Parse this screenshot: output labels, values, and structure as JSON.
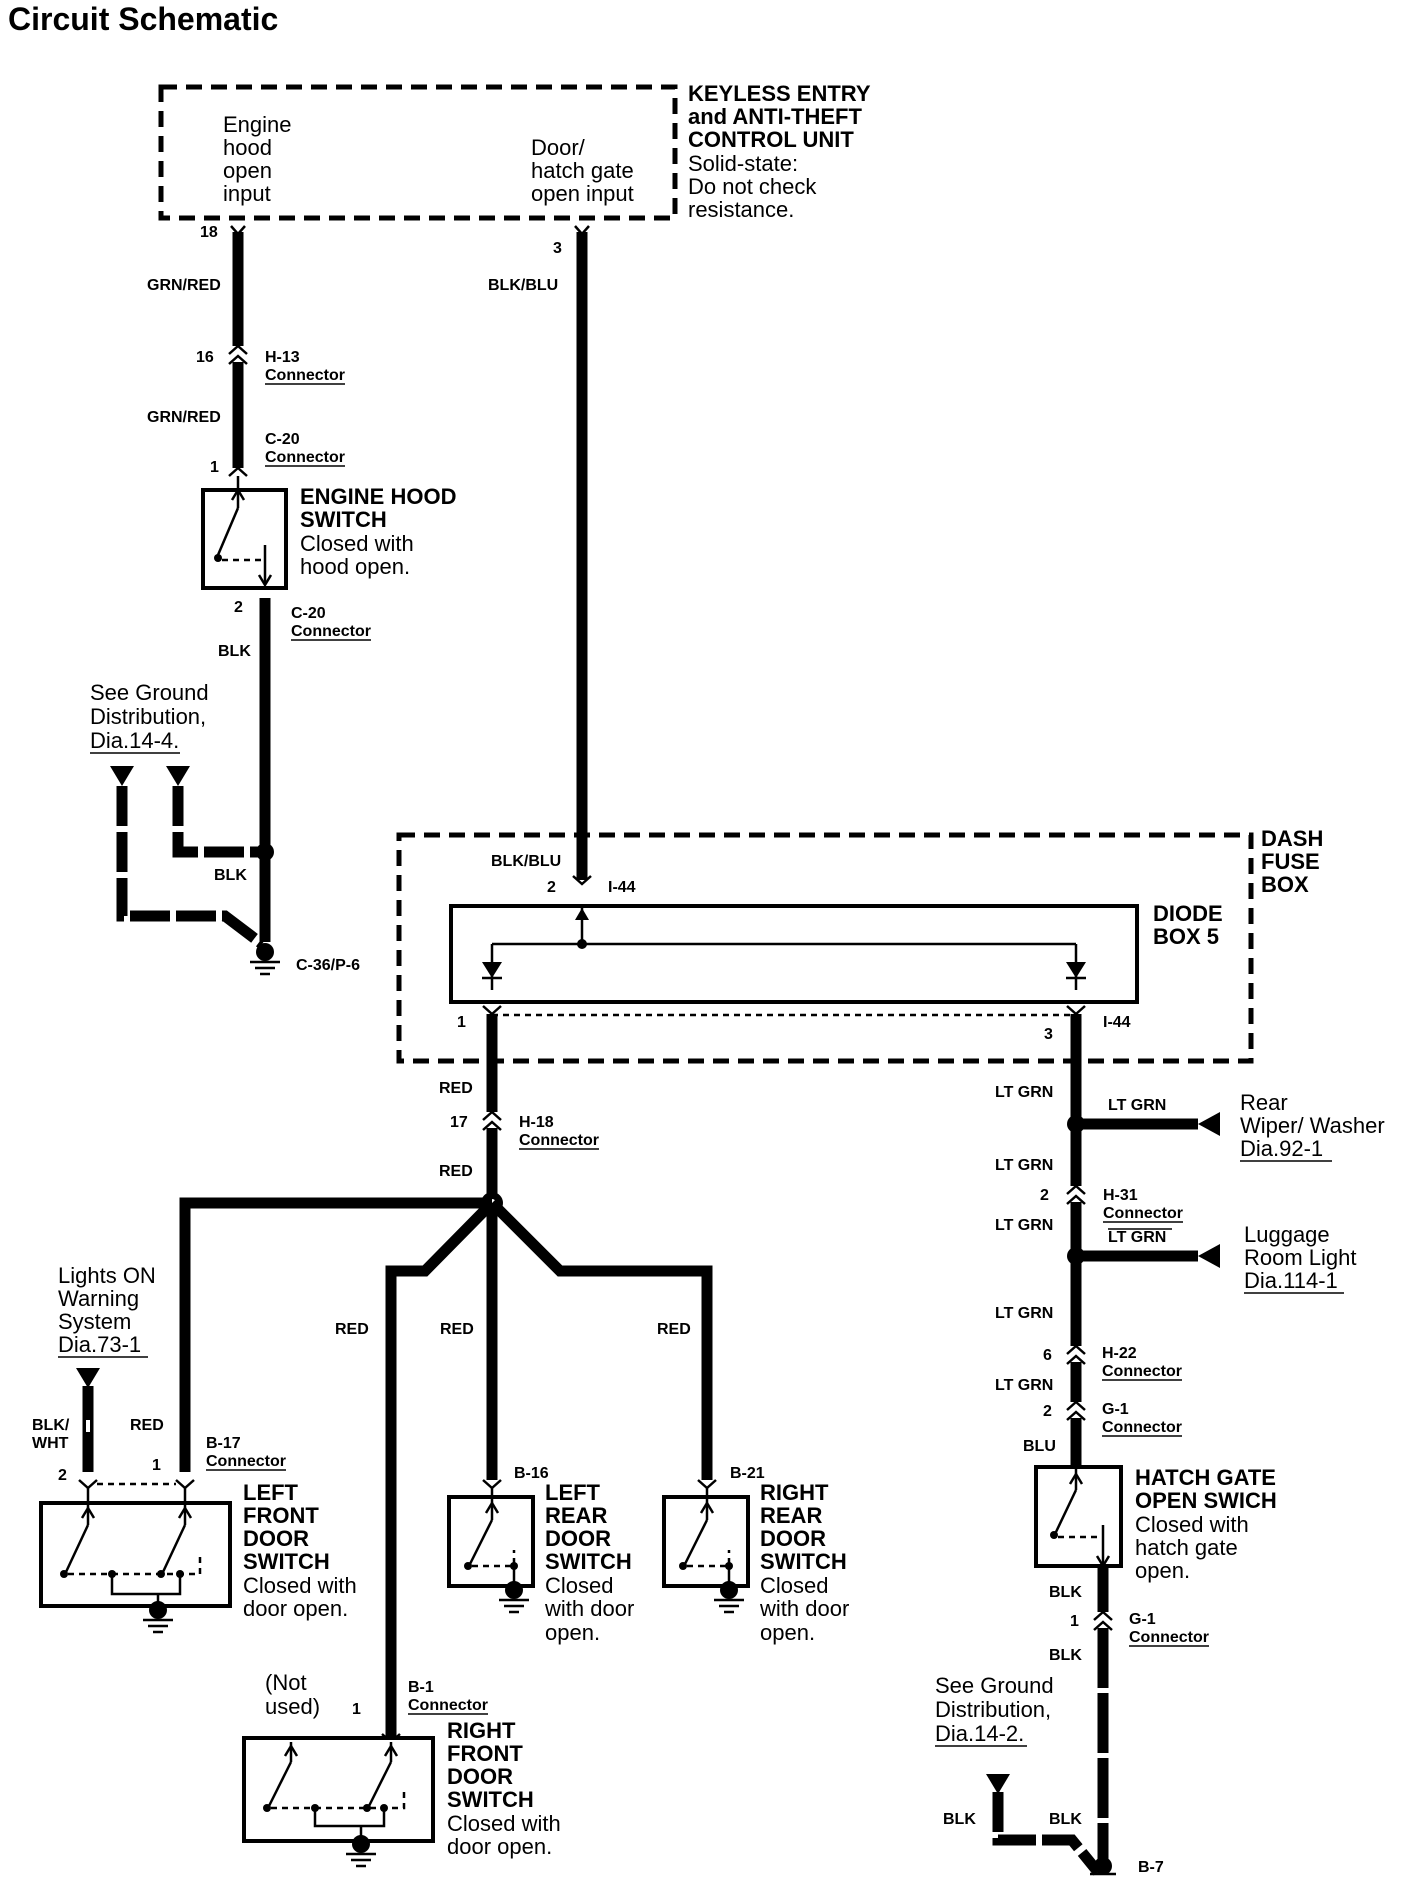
{
  "title": "Circuit Schematic",
  "control_unit": {
    "name": [
      "KEYLESS ENTRY",
      "and ANTI-THEFT",
      "CONTROL UNIT"
    ],
    "note": [
      "Solid-state:",
      "Do not check",
      "resistance."
    ],
    "input_hood": [
      "Engine",
      "hood",
      "open",
      "input"
    ],
    "input_door": [
      "Door/",
      "hatch gate",
      "open input"
    ],
    "pin_hood": "18",
    "pin_door": "3"
  },
  "wires": {
    "grn_red": "GRN/RED",
    "blk_blu": "BLK/BLU",
    "blk": "BLK",
    "red": "RED",
    "lt_grn": "LT GRN",
    "blu": "BLU",
    "blk_wht": [
      "BLK/",
      "WHT"
    ]
  },
  "connectors": {
    "h13": {
      "id": "H-13",
      "label": "Connector",
      "pin": "16"
    },
    "c20_top": {
      "id": "C-20",
      "label": "Connector",
      "pin": "1"
    },
    "c20_bot": {
      "id": "C-20",
      "label": "Connector",
      "pin": "2"
    },
    "h18": {
      "id": "H-18",
      "label": "Connector",
      "pin": "17"
    },
    "h31": {
      "id": "H-31",
      "label": "Connector",
      "pin": "2"
    },
    "h22": {
      "id": "H-22",
      "label": "Connector",
      "pin": "6"
    },
    "g1_top": {
      "id": "G-1",
      "label": "Connector",
      "pin": "2"
    },
    "g1_bot": {
      "id": "G-1",
      "label": "Connector",
      "pin": "1"
    },
    "b17": {
      "id": "B-17",
      "label": "Connector",
      "pin": "1",
      "pin2": "2"
    },
    "b16": {
      "id": "B-16"
    },
    "b21": {
      "id": "B-21"
    },
    "b1": {
      "id": "B-1",
      "label": "Connector",
      "pin": "1"
    },
    "i44": "I-44",
    "i44_pin_in": "2",
    "i44_pin_left": "1",
    "i44_pin_right": "3"
  },
  "grounds": {
    "c36": "C-36/P-6",
    "b7": "B-7"
  },
  "components": {
    "engine_hood_switch": {
      "name": [
        "ENGINE HOOD",
        "SWITCH"
      ],
      "note": [
        "Closed with",
        "hood open."
      ]
    },
    "dash_fuse_box": [
      "DASH",
      "FUSE",
      "BOX"
    ],
    "diode_box": [
      "DIODE",
      "BOX 5"
    ],
    "left_front_door": {
      "name": [
        "LEFT",
        "FRONT",
        "DOOR",
        "SWITCH"
      ],
      "note": [
        "Closed with",
        "door open."
      ]
    },
    "left_rear_door": {
      "name": [
        "LEFT",
        "REAR",
        "DOOR",
        "SWITCH"
      ],
      "note": [
        "Closed",
        "with door",
        "open."
      ]
    },
    "right_rear_door": {
      "name": [
        "RIGHT",
        "REAR",
        "DOOR",
        "SWITCH"
      ],
      "note": [
        "Closed",
        "with door",
        "open."
      ]
    },
    "right_front_door": {
      "name": [
        "RIGHT",
        "FRONT",
        "DOOR",
        "SWITCH"
      ],
      "note": [
        "Closed with",
        "door open."
      ]
    },
    "hatch_gate": {
      "name": [
        "HATCH GATE",
        "OPEN SWICH"
      ],
      "note": [
        "Closed with",
        "hatch gate",
        "open."
      ]
    },
    "not_used": [
      "(Not",
      "used)"
    ]
  },
  "references": {
    "ground_14_4": [
      "See Ground",
      "Distribution,",
      "Dia.14-4."
    ],
    "ground_14_2": [
      "See Ground",
      "Distribution,",
      "Dia.14-2."
    ],
    "lights_on": [
      "Lights ON",
      "Warning",
      "System",
      "Dia.73-1"
    ],
    "rear_wiper": [
      "Rear",
      "Wiper/ Washer",
      "Dia.92-1"
    ],
    "luggage": [
      "Luggage",
      "Room Light",
      "Dia.114-1"
    ]
  }
}
